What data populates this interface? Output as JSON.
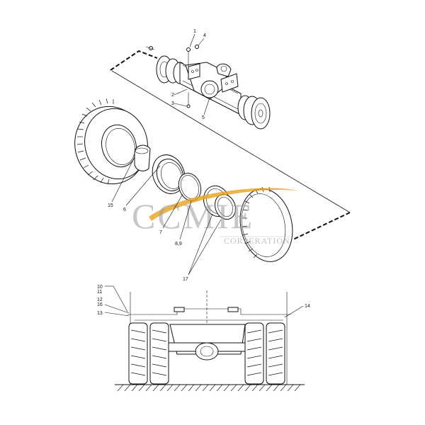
{
  "callouts": {
    "c1": "1",
    "c2": "2",
    "c3": "3",
    "c4": "4",
    "c5": "5",
    "c6": "6",
    "c7": "7",
    "c89": "8,9",
    "c15": "15",
    "c17": "17",
    "c10": "10",
    "c11": "11",
    "c12": "12",
    "c16": "16",
    "c13": "13",
    "c14": "14"
  },
  "watermark": {
    "main": "CCMIE",
    "sub": "CORPERATION",
    "accent_color": "#e8a21c"
  },
  "colors": {
    "line": "#111111",
    "background": "#ffffff"
  }
}
